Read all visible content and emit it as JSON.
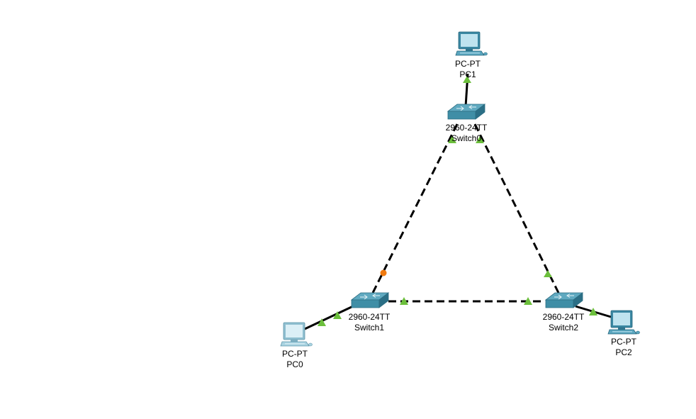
{
  "colors": {
    "background": "#ffffff",
    "cable": "#000000",
    "link_up": "#6cbf3c",
    "link_blocking": "#f07a10",
    "switch_body": "#3f8ea6",
    "switch_front": "#2b6f86",
    "pc_monitor": "#3b88a3",
    "pc_screen": "#bfe3ef",
    "pc_screen_lit": "#dbeff6"
  },
  "devices": {
    "switch0": {
      "model": "2960-24TT",
      "name": "Switch0",
      "icon": "switch-icon"
    },
    "switch1": {
      "model": "2960-24TT",
      "name": "Switch1",
      "icon": "switch-icon"
    },
    "switch2": {
      "model": "2960-24TT",
      "name": "Switch2",
      "icon": "switch-icon"
    },
    "pc0": {
      "model": "PC-PT",
      "name": "PC0",
      "icon": "pc-icon",
      "screen_state": "lit"
    },
    "pc1": {
      "model": "PC-PT",
      "name": "PC1",
      "icon": "pc-icon",
      "screen_state": "normal"
    },
    "pc2": {
      "model": "PC-PT",
      "name": "PC2",
      "icon": "pc-icon",
      "screen_state": "normal"
    }
  },
  "links": [
    {
      "from": "switch0",
      "to": "pc1",
      "cable": "straight-through",
      "end_a": "up",
      "end_b": "up"
    },
    {
      "from": "switch0",
      "to": "switch1",
      "cable": "crossover",
      "end_a": "up",
      "end_b": "blocking"
    },
    {
      "from": "switch0",
      "to": "switch2",
      "cable": "crossover",
      "end_a": "up",
      "end_b": "up"
    },
    {
      "from": "switch1",
      "to": "switch2",
      "cable": "crossover",
      "end_a": "up",
      "end_b": "up"
    },
    {
      "from": "switch1",
      "to": "pc0",
      "cable": "straight-through",
      "end_a": "up",
      "end_b": "up"
    },
    {
      "from": "switch2",
      "to": "pc2",
      "cable": "straight-through",
      "end_a": "up",
      "end_b": "up"
    }
  ]
}
